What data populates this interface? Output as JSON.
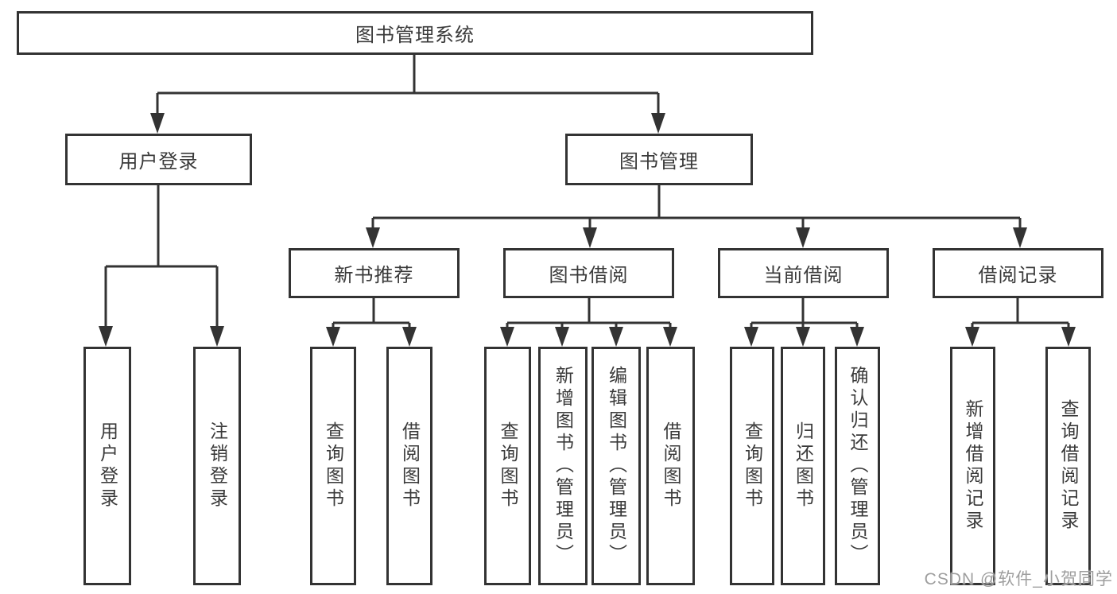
{
  "diagram": {
    "tree": {
      "label": "图书管理系统",
      "children": [
        {
          "label": "用户登录",
          "children": [
            {
              "label": "用户登录"
            },
            {
              "label": "注销登录"
            }
          ]
        },
        {
          "label": "图书管理",
          "children": [
            {
              "label": "新书推荐",
              "children": [
                {
                  "label": "查询图书"
                },
                {
                  "label": "借阅图书"
                }
              ]
            },
            {
              "label": "图书借阅",
              "children": [
                {
                  "label": "查询图书"
                },
                {
                  "label": "新增图书（管理员）"
                },
                {
                  "label": "编辑图书（管理员）"
                },
                {
                  "label": "借阅图书"
                }
              ]
            },
            {
              "label": "当前借阅",
              "children": [
                {
                  "label": "查询图书"
                },
                {
                  "label": "归还图书"
                },
                {
                  "label": "确认归还（管理员）"
                }
              ]
            },
            {
              "label": "借阅记录",
              "children": [
                {
                  "label": "新增借阅记录"
                },
                {
                  "label": "查询借阅记录"
                }
              ]
            }
          ]
        }
      ]
    },
    "colors": {
      "line": "#333333",
      "text": "#3a3a3a",
      "background": "#ffffff",
      "watermark_gray": "#9e9e9e"
    }
  },
  "watermark": {
    "text": "CSDN @软件_小贺同学"
  }
}
